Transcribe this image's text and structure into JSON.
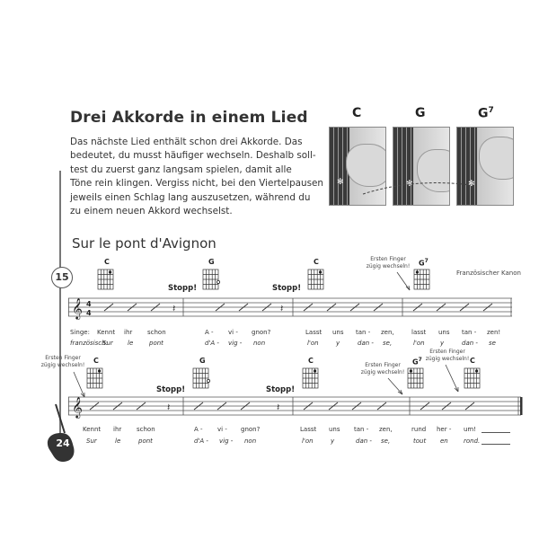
{
  "header": {
    "title": "Drei Akkorde in einem Lied",
    "intro_lines": [
      "Das nächste Lied enthält schon drei Akkorde. Das",
      "bedeutet, du musst häufiger wechseln. Deshalb soll-",
      "test du zuerst ganz langsam spielen, damit alle",
      "Töne rein klingen. Vergiss nicht, bei den Viertelpausen",
      "jeweils einen Schlag lang auszusetzen, während du",
      "zu einem neuen Akkord wechselst."
    ]
  },
  "chord_photos": [
    {
      "name": "C"
    },
    {
      "name": "G"
    },
    {
      "name": "G",
      "sup": "7"
    }
  ],
  "song": {
    "title": "Sur le pont d'Avignon",
    "composer": "Französischer Kanon",
    "track": "15",
    "page_number": "24",
    "stopp": "Stopp!",
    "callout": "Ersten Finger zügig wechseln!",
    "callout_line1": "Ersten Finger",
    "callout_line2": "zügig wechseln!",
    "line1": {
      "chords": [
        {
          "name": "C"
        },
        {
          "name": "G"
        },
        {
          "name": "C"
        },
        {
          "name": "G",
          "sup": "7"
        }
      ],
      "lyrics_de_label": "Singe:",
      "lyrics_fr_label": "französisch:",
      "lyrics_de": [
        "Kennt",
        "ihr",
        "schon",
        "A -",
        "vi -",
        "gnon?",
        "Lasst",
        "uns",
        "tan -",
        "zen,",
        "lasst",
        "uns",
        "tan -",
        "zen!"
      ],
      "lyrics_fr": [
        "Sur",
        "le",
        "pont",
        "d'A -",
        "vig -",
        "non",
        "l'on",
        "y",
        "dan -",
        "se,",
        "l'on",
        "y",
        "dan -",
        "se"
      ]
    },
    "line2": {
      "chords": [
        {
          "name": "C"
        },
        {
          "name": "G"
        },
        {
          "name": "C"
        },
        {
          "name": "G",
          "sup": "7"
        },
        {
          "name": "C"
        }
      ],
      "lyrics_de": [
        "Kennt",
        "ihr",
        "schon",
        "A -",
        "vi -",
        "gnon?",
        "Lasst",
        "uns",
        "tan -",
        "zen,",
        "rund",
        "her -",
        "um!"
      ],
      "lyrics_fr": [
        "Sur",
        "le",
        "pont",
        "d'A -",
        "vig -",
        "non",
        "l'on",
        "y",
        "dan -",
        "se,",
        "tout",
        "en",
        "rond."
      ]
    }
  }
}
